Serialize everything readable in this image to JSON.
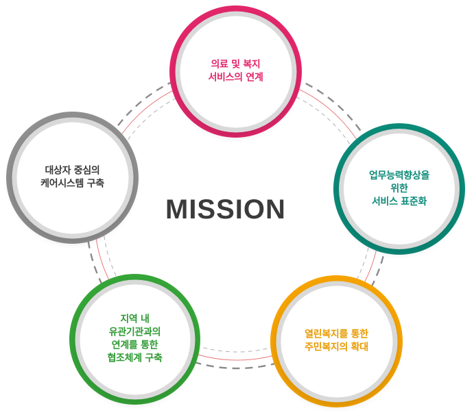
{
  "title": "MISSION",
  "colors": {
    "pink": "#e2266a",
    "teal": "#0b8a78",
    "orange": "#f5a300",
    "green": "#35a538",
    "gray": "#8f8f8f",
    "ring_dash": "#9a9a9a",
    "ring_red": "#e8797a"
  },
  "nodes": [
    {
      "id": "medical-welfare",
      "label": "의료 및 복지\n서비스의 연계",
      "color": "#e2266a"
    },
    {
      "id": "service-standard",
      "label": "업무능력향상을\n위한\n서비스 표준화",
      "color": "#0b8a78"
    },
    {
      "id": "open-welfare",
      "label": "열린복지를 통한\n주민복지의 확대",
      "color": "#f5a300"
    },
    {
      "id": "local-cooperation",
      "label": "지역 내\n유관기관과의\n연계를 통한\n협조체계 구축",
      "color": "#35a538"
    },
    {
      "id": "care-system",
      "label": "대상자 중심의\n케어시스템 구축",
      "color": "#8f8f8f"
    }
  ]
}
